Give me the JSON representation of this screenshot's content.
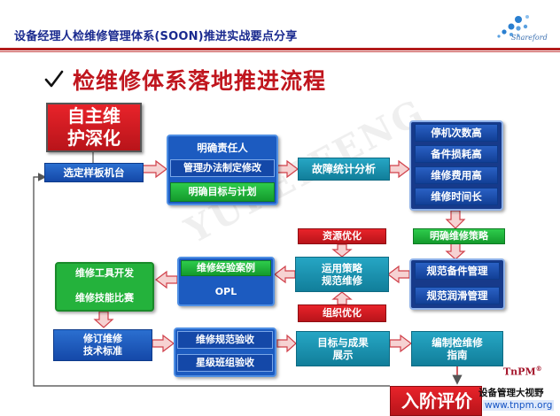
{
  "header": {
    "title": "设备经理人检维修管理体系(SOON)推进实战要点分享",
    "logo_text": "Shareford"
  },
  "slide": {
    "title": "检维修体系落地推进流程"
  },
  "watermark": "YUPEIFENG",
  "nodes": {
    "deepen": "自主维\n护深化",
    "pilot": "选定样板机台",
    "resp": "明确责任人",
    "mgmt_method": "管理办法制定修改",
    "targets": "明确目标与计划",
    "fault_stats": "故障统计分析",
    "downtime": "停机次数高",
    "parts_loss": "备件损耗高",
    "maint_cost": "维修费用高",
    "maint_time": "维修时间长",
    "strategy": "明确维修策略",
    "resource_opt": "资源优化",
    "apply_strategy": "运用策略\n规范维修",
    "org_opt": "组织优化",
    "spare_mgmt": "规范备件管理",
    "lube_mgmt": "规范润滑管理",
    "exp_cases": "维修经验案例",
    "opl": "OPL",
    "tool_dev": "维修工具开发",
    "skill_contest": "维修技能比赛",
    "revise_std": "修订维修\n技术标准",
    "acceptance": "维修规范验收",
    "star_team": "星级班组验收",
    "goals_results": "目标与成果\n展示",
    "guide": "编制检维修\n指南",
    "stage_eval": "入阶评价"
  },
  "footer": {
    "tnpm": "TnPM",
    "tnpm_sup": "®",
    "brand": "设备管理大视野",
    "url": "www.tnpm.org"
  }
}
